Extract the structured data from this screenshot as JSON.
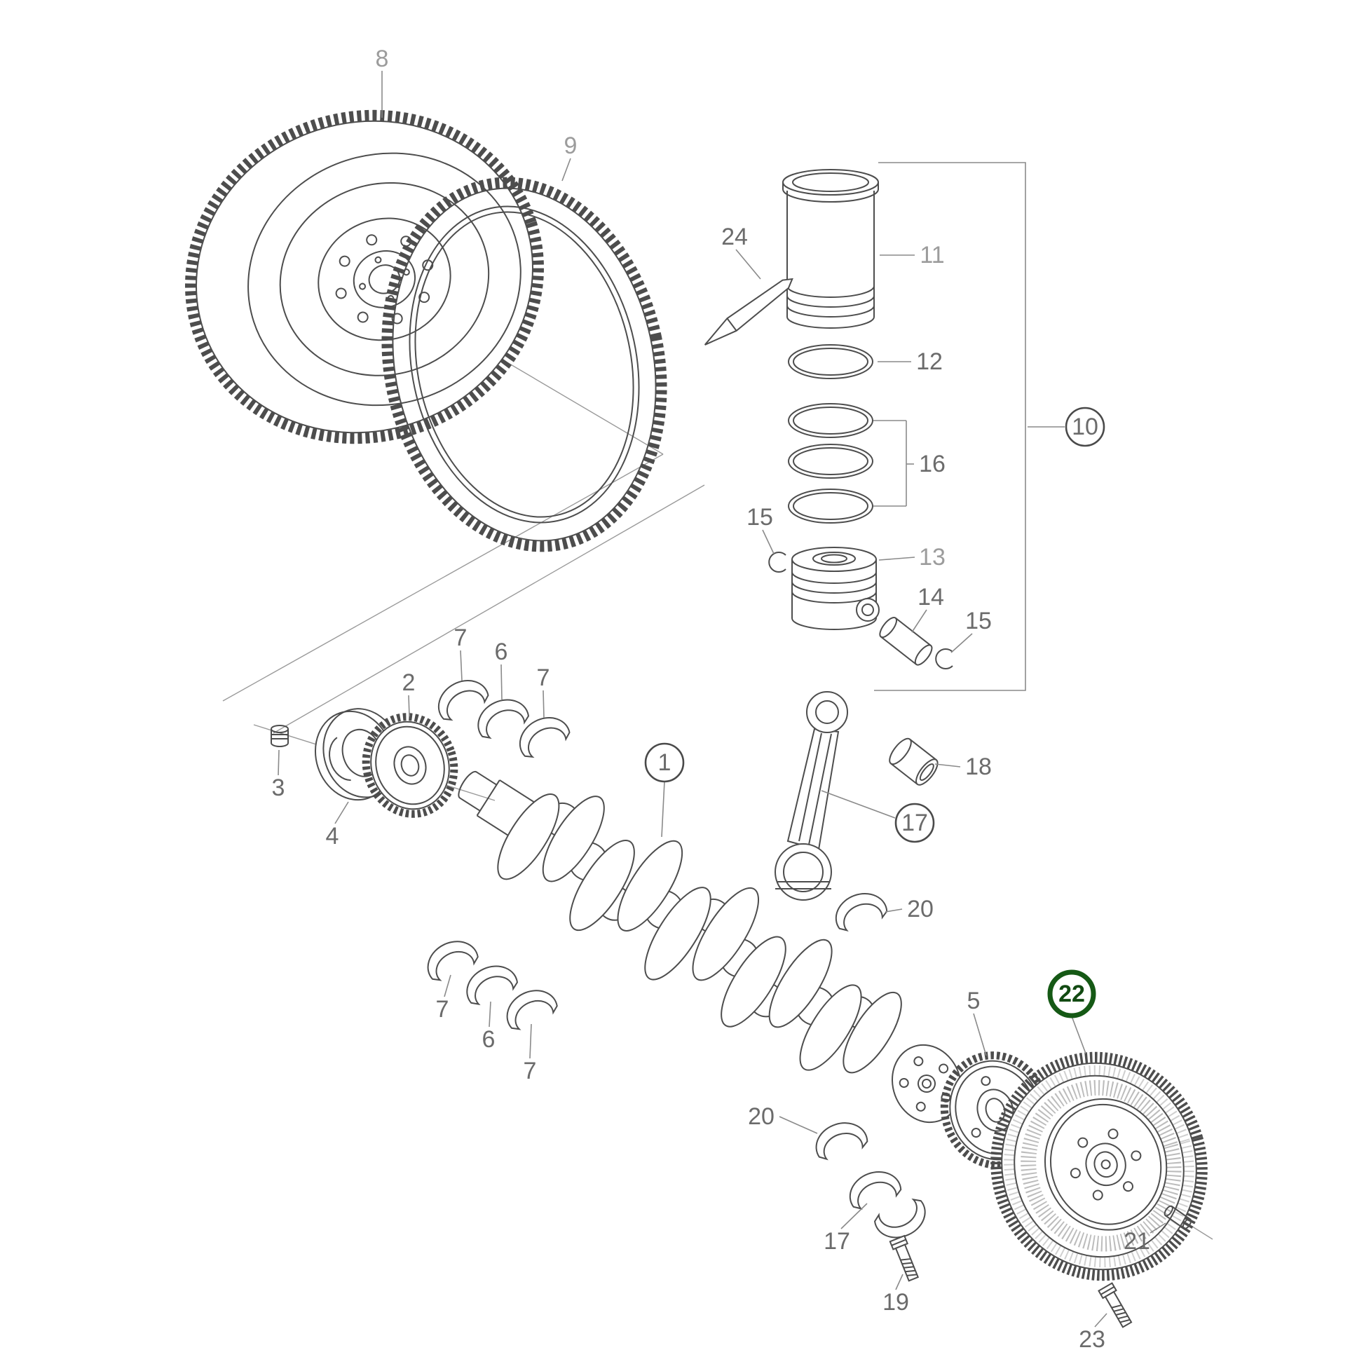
{
  "callouts": {
    "c1": "1",
    "c2": "2",
    "c3": "3",
    "c4": "4",
    "c5": "5",
    "c6": "6",
    "c7": "7",
    "c8": "8",
    "c9": "9",
    "c10": "10",
    "c11": "11",
    "c12": "12",
    "c13": "13",
    "c14": "14",
    "c15": "15",
    "c16": "16",
    "c17": "17",
    "c18": "18",
    "c19": "19",
    "c20": "20",
    "c21": "21",
    "c22": "22",
    "c23": "23",
    "c24": "24"
  },
  "selection": {
    "selected_part": "22"
  },
  "colors": {
    "line": "#4d4d4d",
    "label": "#6b6b6b",
    "label_light": "#9c9c9c",
    "highlight": "#155915",
    "highlight_text": "#124a12",
    "background": "#ffffff"
  }
}
